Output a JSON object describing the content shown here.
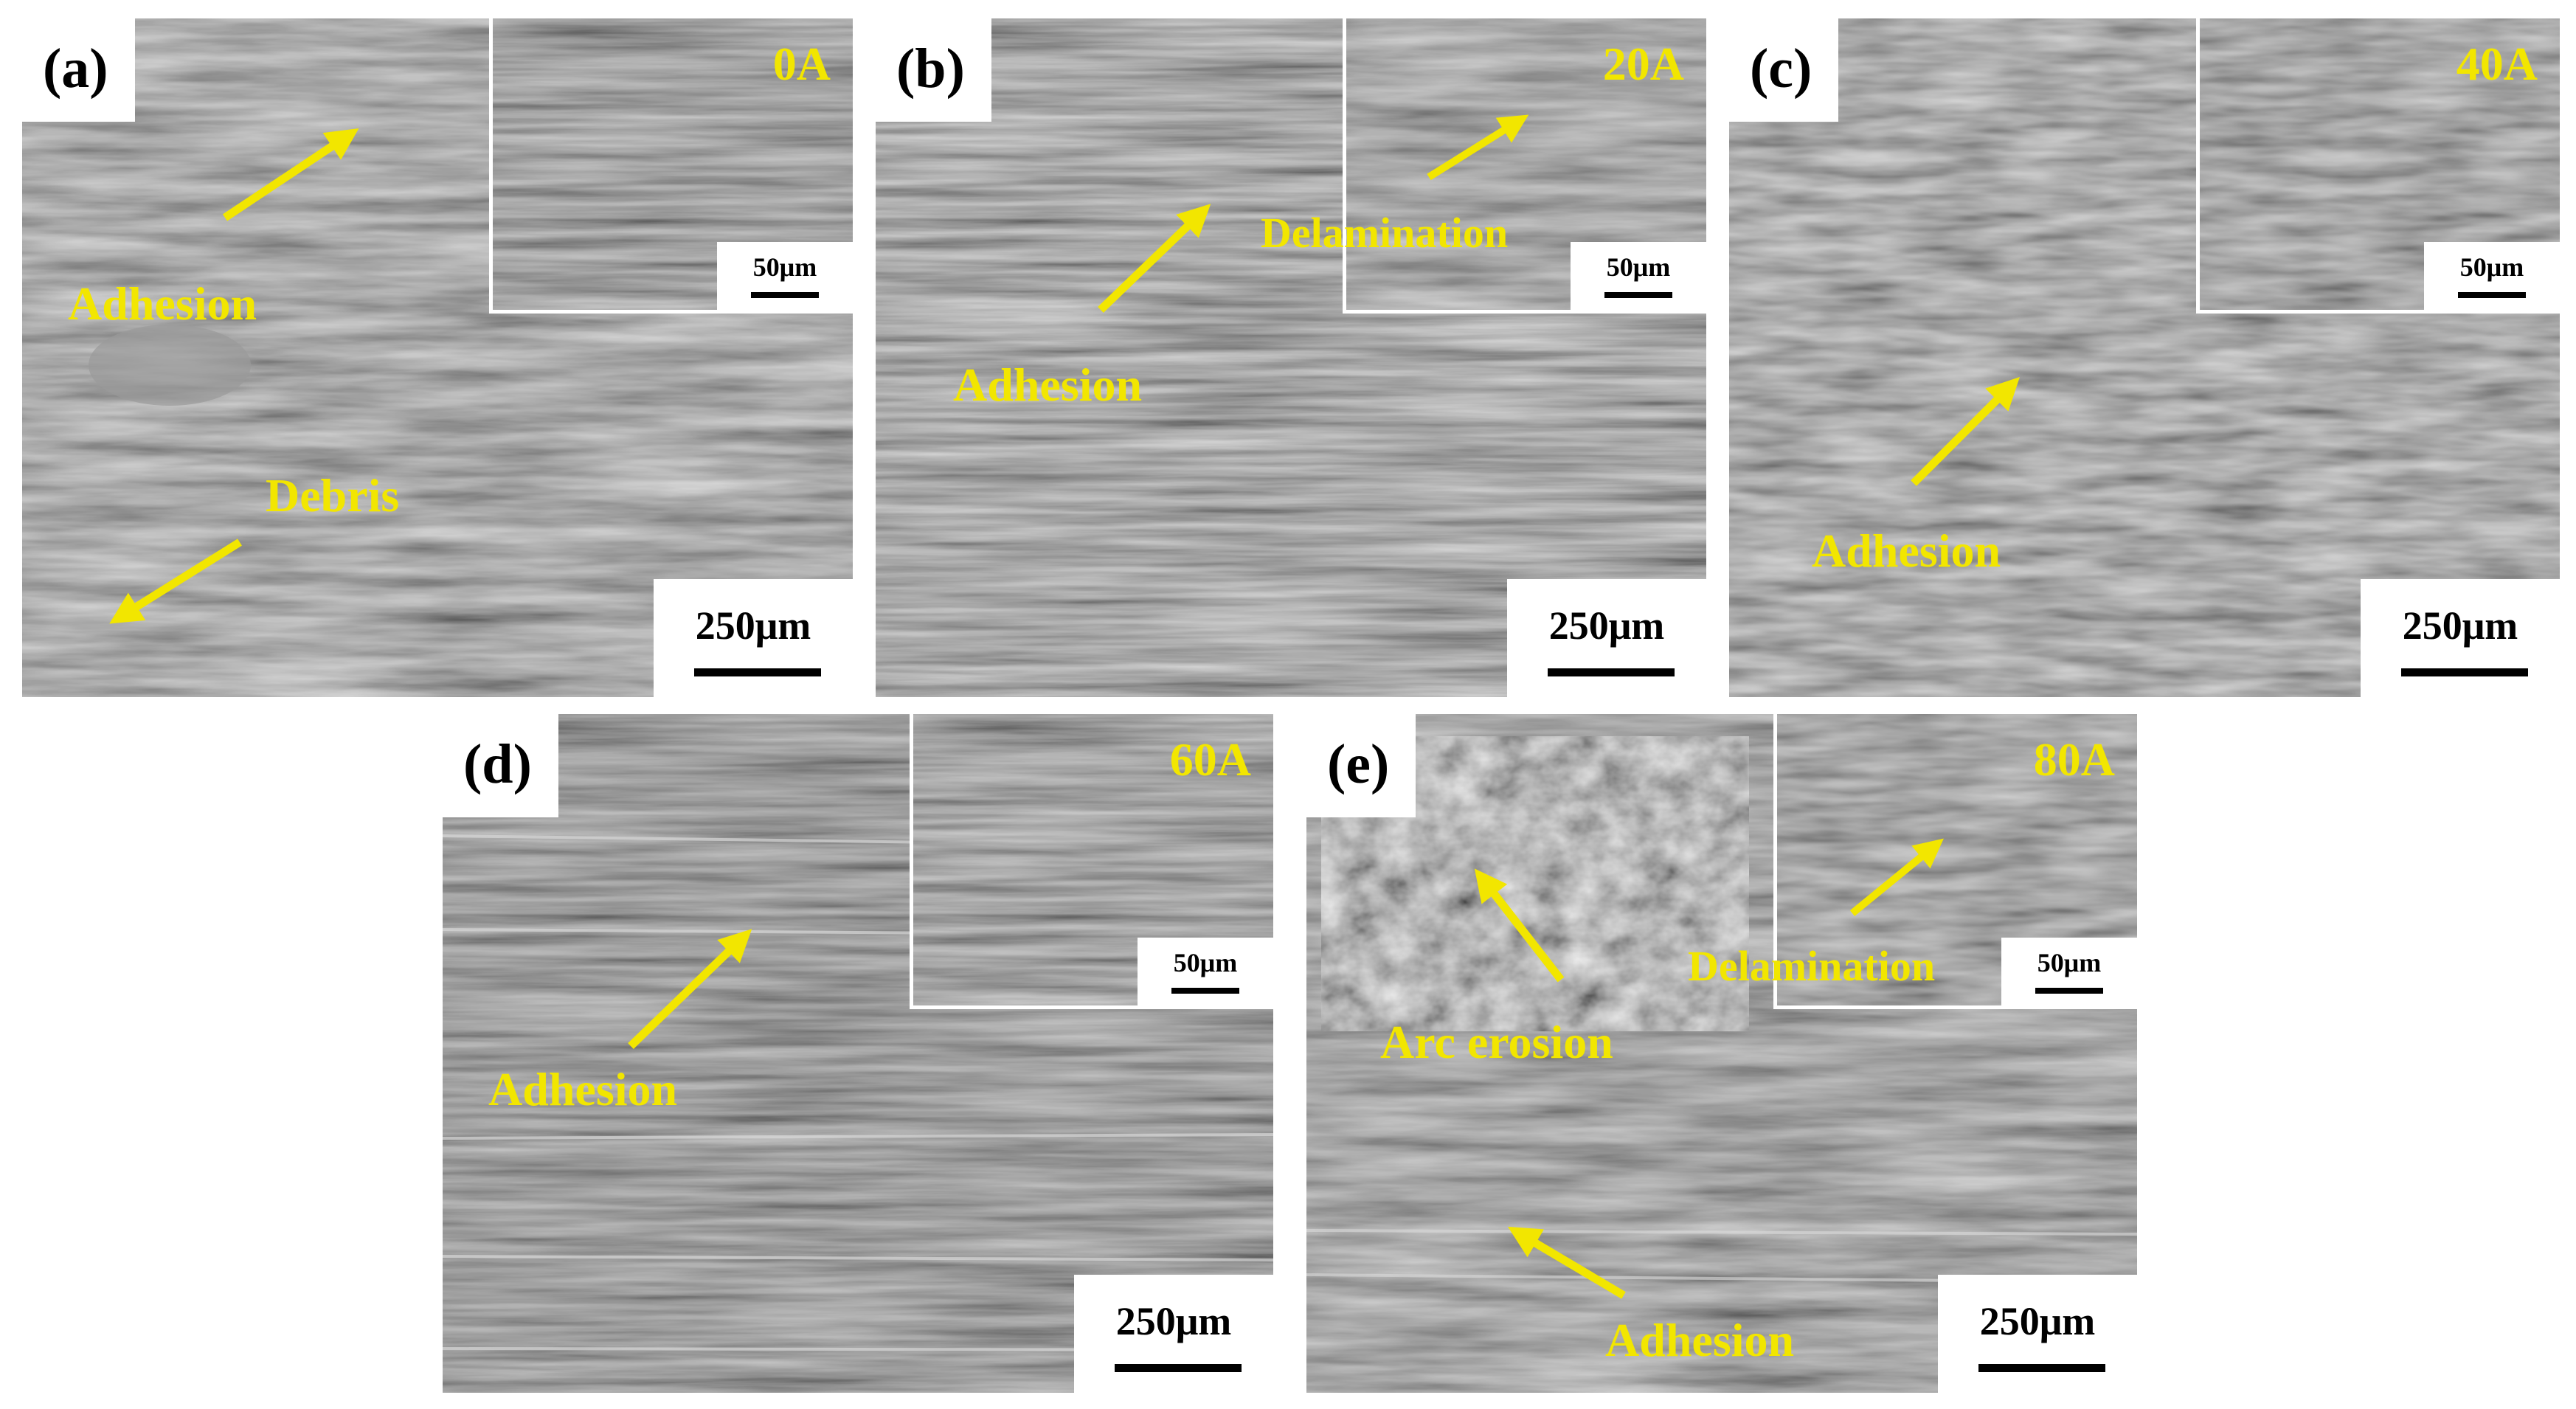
{
  "colors": {
    "annotation": "#f2e600",
    "label_bg": "#ffffff",
    "label_text": "#000000"
  },
  "panels": [
    {
      "label": "(a)",
      "inset_condition": "0A",
      "inset_scale": "50μm",
      "scale": "250μm",
      "annotations": [
        "Adhesion",
        "Debris"
      ]
    },
    {
      "label": "(b)",
      "inset_condition": "20A",
      "inset_scale": "50μm",
      "scale": "250μm",
      "annotations": [
        "Adhesion",
        "Delamination"
      ]
    },
    {
      "label": "(c)",
      "inset_condition": "40A",
      "inset_scale": "50μm",
      "scale": "250μm",
      "annotations": [
        "Adhesion"
      ]
    },
    {
      "label": "(d)",
      "inset_condition": "60A",
      "inset_scale": "50μm",
      "scale": "250μm",
      "annotations": [
        "Adhesion"
      ]
    },
    {
      "label": "(e)",
      "inset_condition": "80A",
      "inset_scale": "50μm",
      "scale": "250μm",
      "annotations": [
        "Arc erosion",
        "Delamination",
        "Adhesion"
      ]
    }
  ]
}
